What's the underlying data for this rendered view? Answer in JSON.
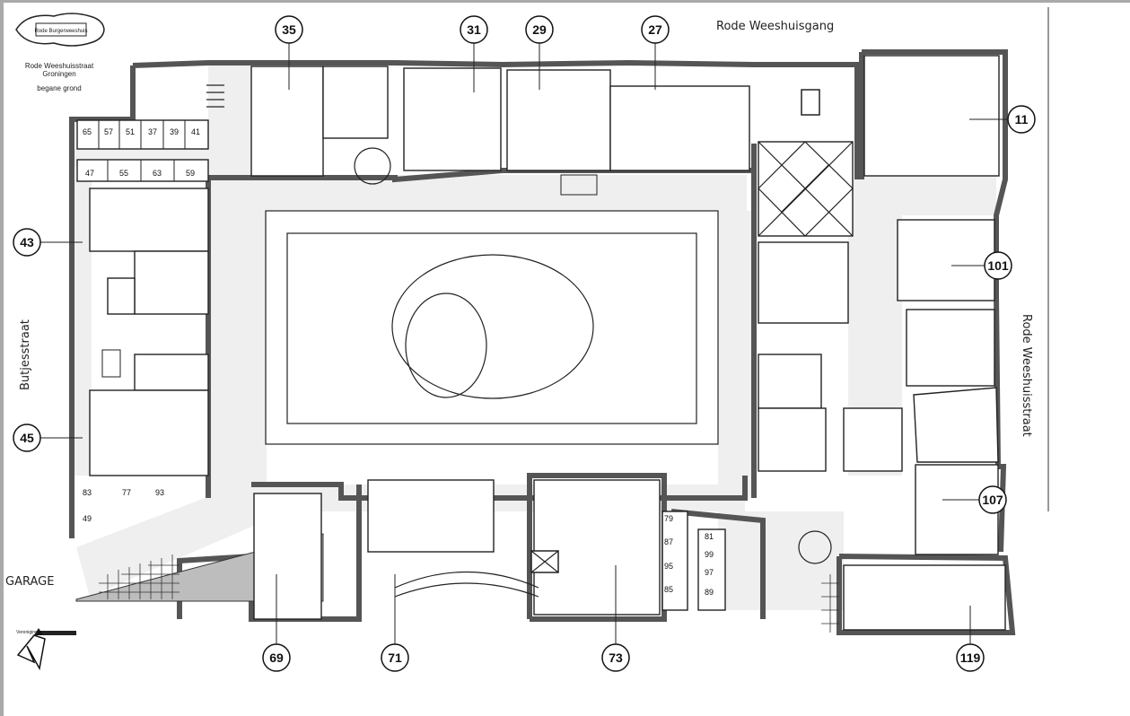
{
  "header": {
    "logo_text": "Rode Burgerweeshuis",
    "address_line1": "Rode Weeshuisstraat",
    "address_line2": "Groningen",
    "floor": "begane grond"
  },
  "streets": {
    "top": "Rode Weeshuisgang",
    "left": "Butjesstraat",
    "right": "Rode Weeshuisstraat",
    "garage": "GARAGE"
  },
  "callouts": [
    "35",
    "31",
    "29",
    "27",
    "11",
    "43",
    "101",
    "45",
    "107",
    "69",
    "71",
    "73",
    "119"
  ],
  "small_rooms": {
    "top_row": [
      "65",
      "57",
      "51",
      "37",
      "39",
      "41"
    ],
    "bottom_row": [
      "47",
      "55",
      "63",
      "59"
    ],
    "lower_left": [
      "83",
      "77",
      "93",
      "49"
    ],
    "storage_left": [
      "79",
      "87",
      "95",
      "85"
    ],
    "storage_right": [
      "81",
      "99",
      "97",
      "89"
    ]
  },
  "bottom_logo_text": "Vereniging"
}
